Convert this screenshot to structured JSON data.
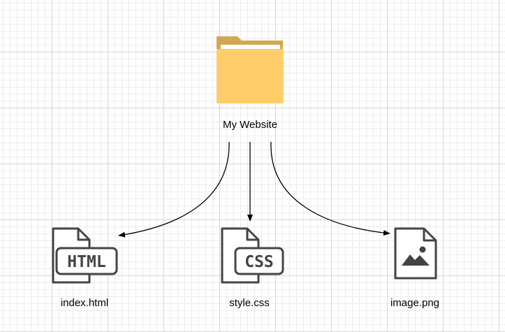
{
  "diagram": {
    "root": {
      "label": "My Website",
      "icon": "folder-icon"
    },
    "children": [
      {
        "label": "index.html",
        "icon": "html-file-icon",
        "badge": "HTML"
      },
      {
        "label": "style.css",
        "icon": "css-file-icon",
        "badge": "CSS"
      },
      {
        "label": "image.png",
        "icon": "image-file-icon"
      }
    ]
  },
  "colors": {
    "folder_front": "#FFCD69",
    "folder_back": "#D4A852",
    "icon_stroke": "#444444",
    "arrow": "#000000"
  }
}
